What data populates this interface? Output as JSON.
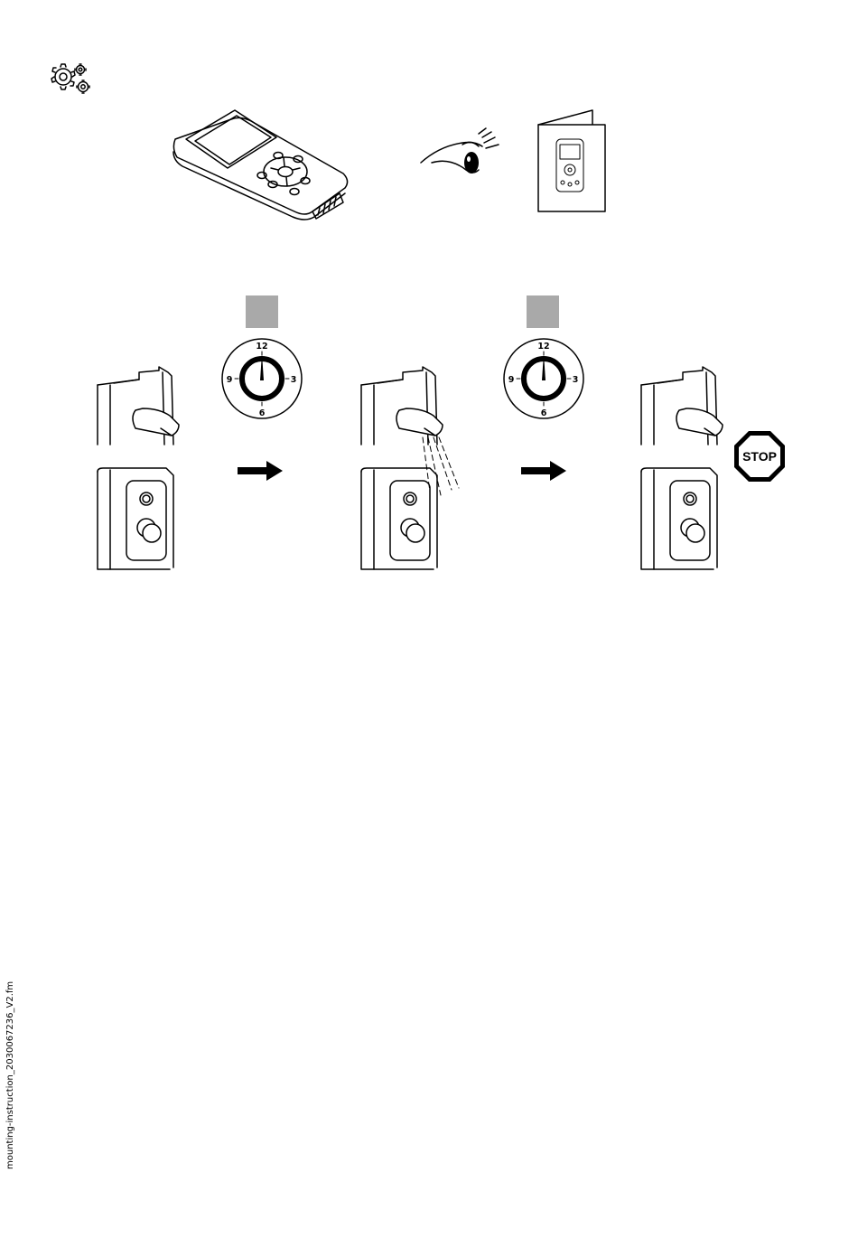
{
  "icons": {
    "settings": "gears-icon",
    "device": "handheld-device-icon",
    "inspect": "eye-icon",
    "manual": "manual-booklet-icon",
    "stop": "stop-sign-icon",
    "arrow": "arrow-right-icon"
  },
  "clock_labels": {
    "top": "12",
    "right": "3",
    "bottom": "6",
    "left": "9"
  },
  "stop_sign": {
    "label": "STOP"
  },
  "steps": [
    {
      "state": "closed",
      "spray": false
    },
    {
      "state": "open",
      "spray": true
    },
    {
      "state": "closed",
      "spray": false
    }
  ],
  "colors": {
    "gray_marker": "#a9a9a9",
    "line": "#000000"
  },
  "footer": {
    "filename": "mounting-instruction_2030067236_V2.fm"
  }
}
